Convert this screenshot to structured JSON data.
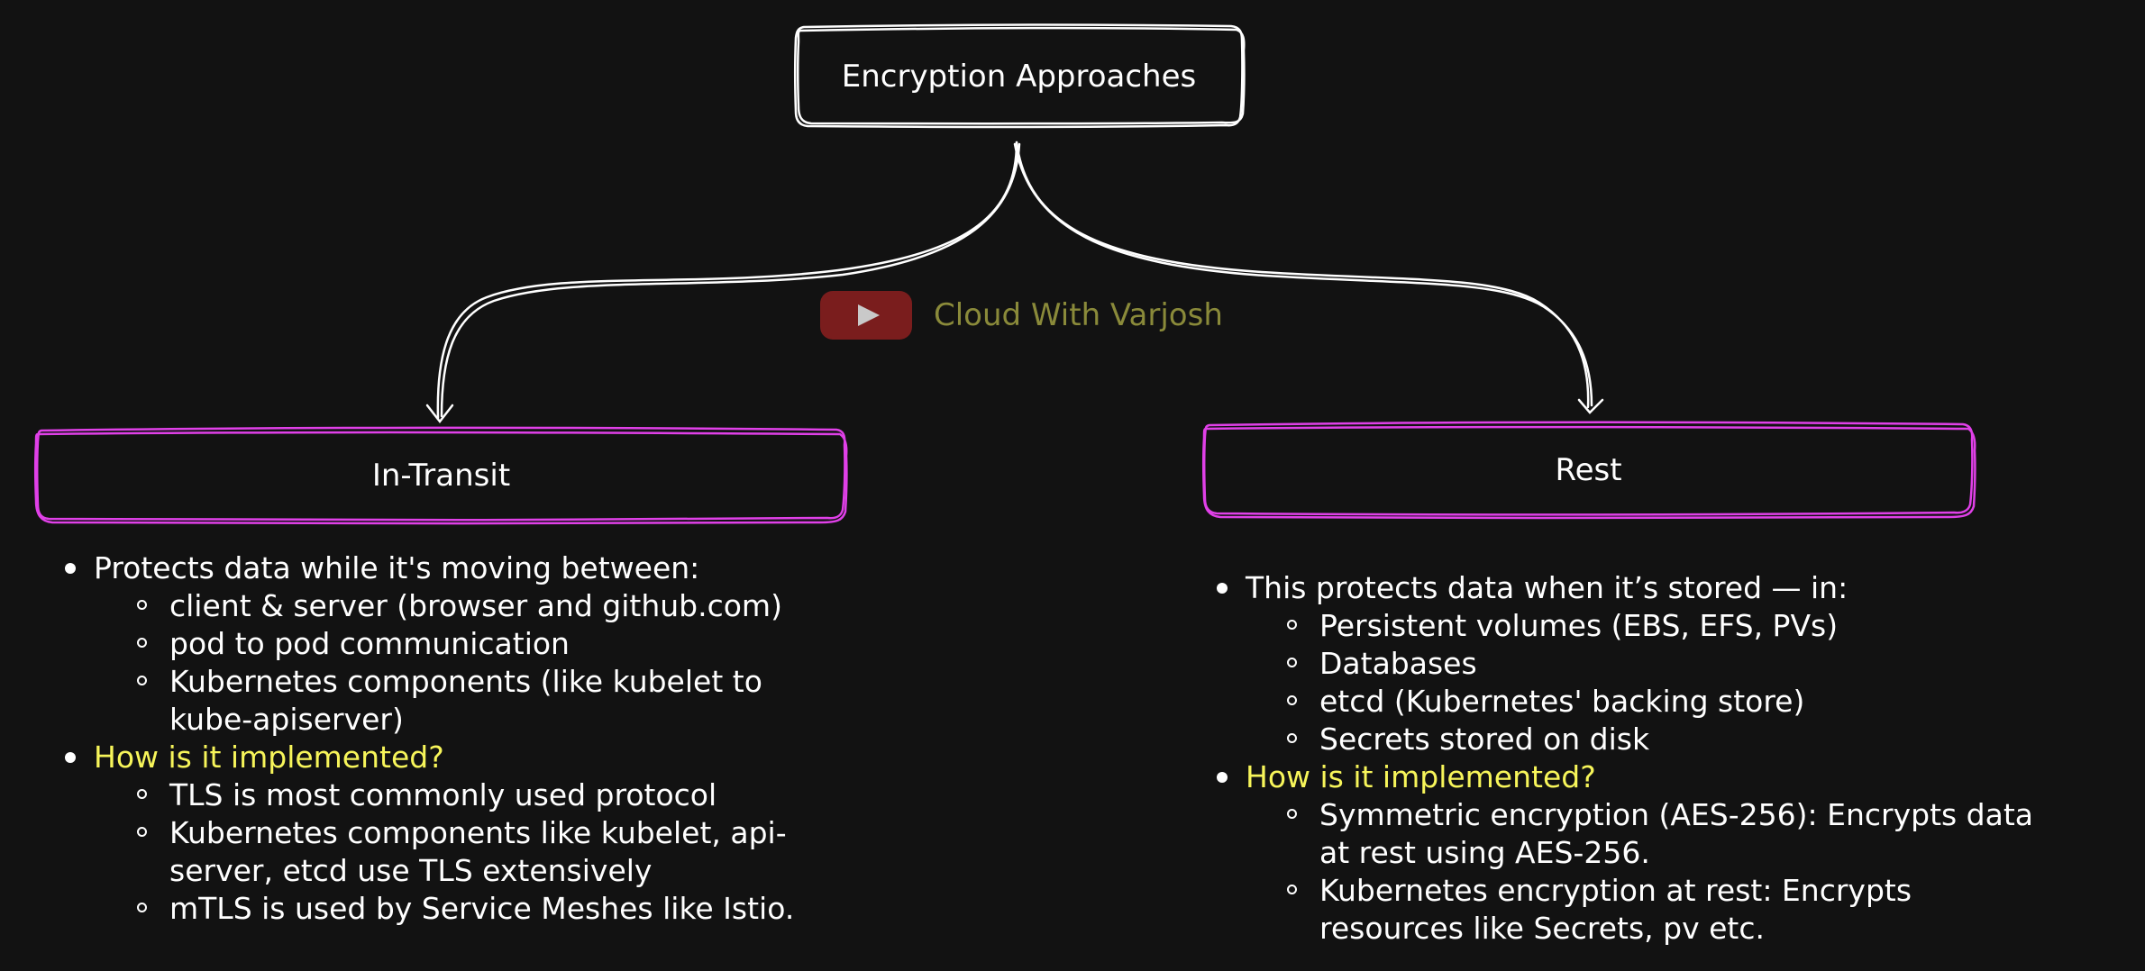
{
  "diagram": {
    "root": {
      "label": "Encryption Approaches"
    },
    "watermark": {
      "icon": "youtube-logo-icon",
      "text": "Cloud With Varjosh"
    },
    "colors": {
      "background": "#121212",
      "root_border": "#ffffff",
      "child_border": "#e040e8",
      "highlight": "#f7f55a",
      "watermark_text": "#8a8a3a",
      "watermark_logo": "#7a1d1d"
    },
    "branches": [
      {
        "label": "In-Transit",
        "points": [
          {
            "text": "Protects data while it's moving between:",
            "highlight": false,
            "sub": [
              "client & server (browser and github.com)",
              "pod to pod communication",
              "Kubernetes components (like kubelet to kube-apiserver)"
            ]
          },
          {
            "text": "How is it implemented?",
            "highlight": true,
            "sub": [
              "TLS is most commonly used protocol",
              "Kubernetes components like kubelet, api-server, etcd use TLS extensively",
              "mTLS is used by Service Meshes like Istio."
            ]
          }
        ]
      },
      {
        "label": "Rest",
        "points": [
          {
            "text": "This protects data when it’s stored — in:",
            "highlight": false,
            "sub": [
              "Persistent volumes (EBS, EFS, PVs)",
              "Databases",
              "etcd (Kubernetes' backing store)",
              "Secrets stored on disk"
            ]
          },
          {
            "text": "How is it implemented?",
            "highlight": true,
            "sub": [
              "Symmetric encryption (AES-256): Encrypts data at rest using AES-256.",
              "Kubernetes encryption at rest: Encrypts resources like Secrets, pv etc."
            ]
          }
        ]
      }
    ]
  }
}
